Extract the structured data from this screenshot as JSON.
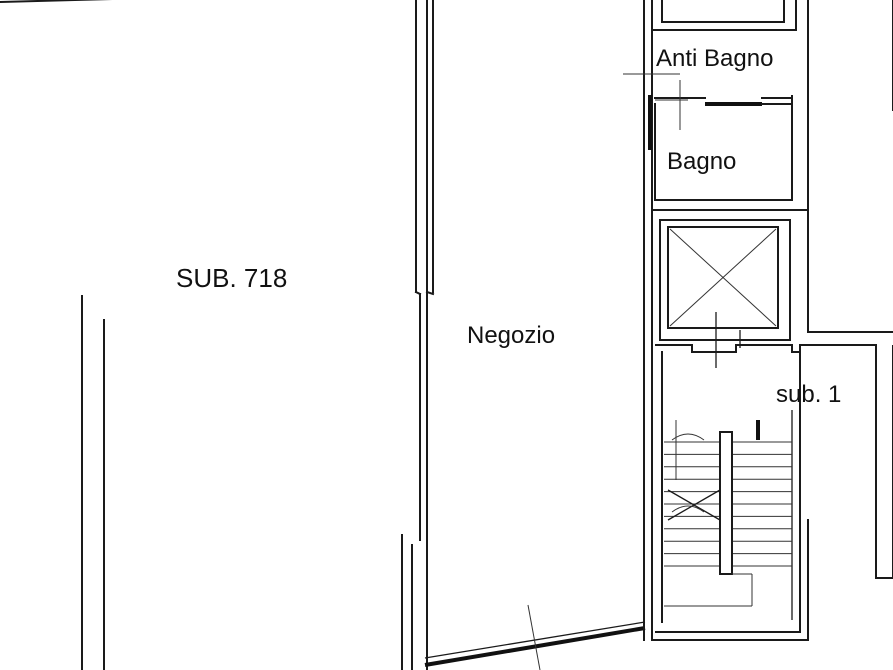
{
  "rooms": {
    "sub_718": "SUB. 718",
    "negozio": "Negozio",
    "anti_bagno": "Anti Bagno",
    "bagno": "Bagno",
    "sub_1": "sub. 1"
  },
  "colors": {
    "background": "#ffffff",
    "line": "#1a1a1a"
  }
}
